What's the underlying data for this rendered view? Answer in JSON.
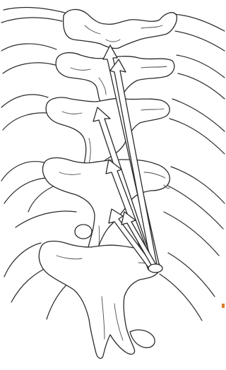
{
  "diagram": {
    "subject": "thoracic-spine-muscle-vectors",
    "colors": {
      "line": "#2a2a2a",
      "fill": "#ffffff",
      "background": "#ffffff"
    },
    "elements": {
      "ribs": 13,
      "vertebrae": 5,
      "arrows": 6
    }
  }
}
